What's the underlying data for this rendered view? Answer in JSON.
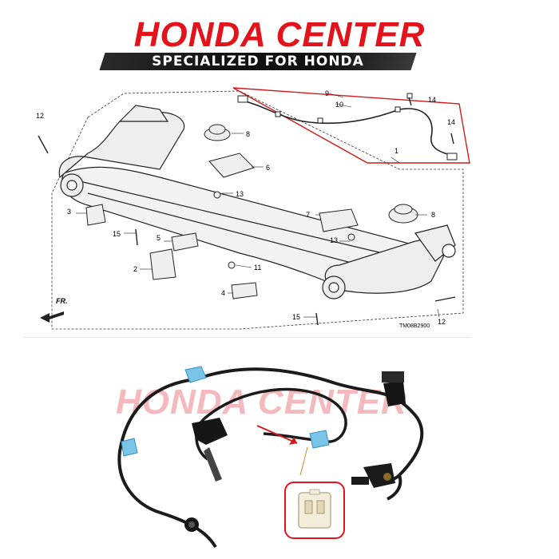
{
  "brand": {
    "title": "HONDA CENTER",
    "subtitle": "SPECIALIZED FOR HONDA",
    "color_primary": "#e3121b",
    "color_bar": "#111111"
  },
  "diagram": {
    "code": "TM08B2900",
    "direction_label": "FR.",
    "callouts": [
      "12",
      "9",
      "10",
      "14",
      "14",
      "1",
      "8",
      "6",
      "13",
      "3",
      "7",
      "8",
      "15",
      "5",
      "13",
      "2",
      "11",
      "4",
      "15",
      "12"
    ]
  },
  "photo": {
    "watermark": "HONDA CENTER",
    "icons": [
      "abs-sensor-cable-photo",
      "connector-detail-inset",
      "pointer-arrow"
    ]
  }
}
